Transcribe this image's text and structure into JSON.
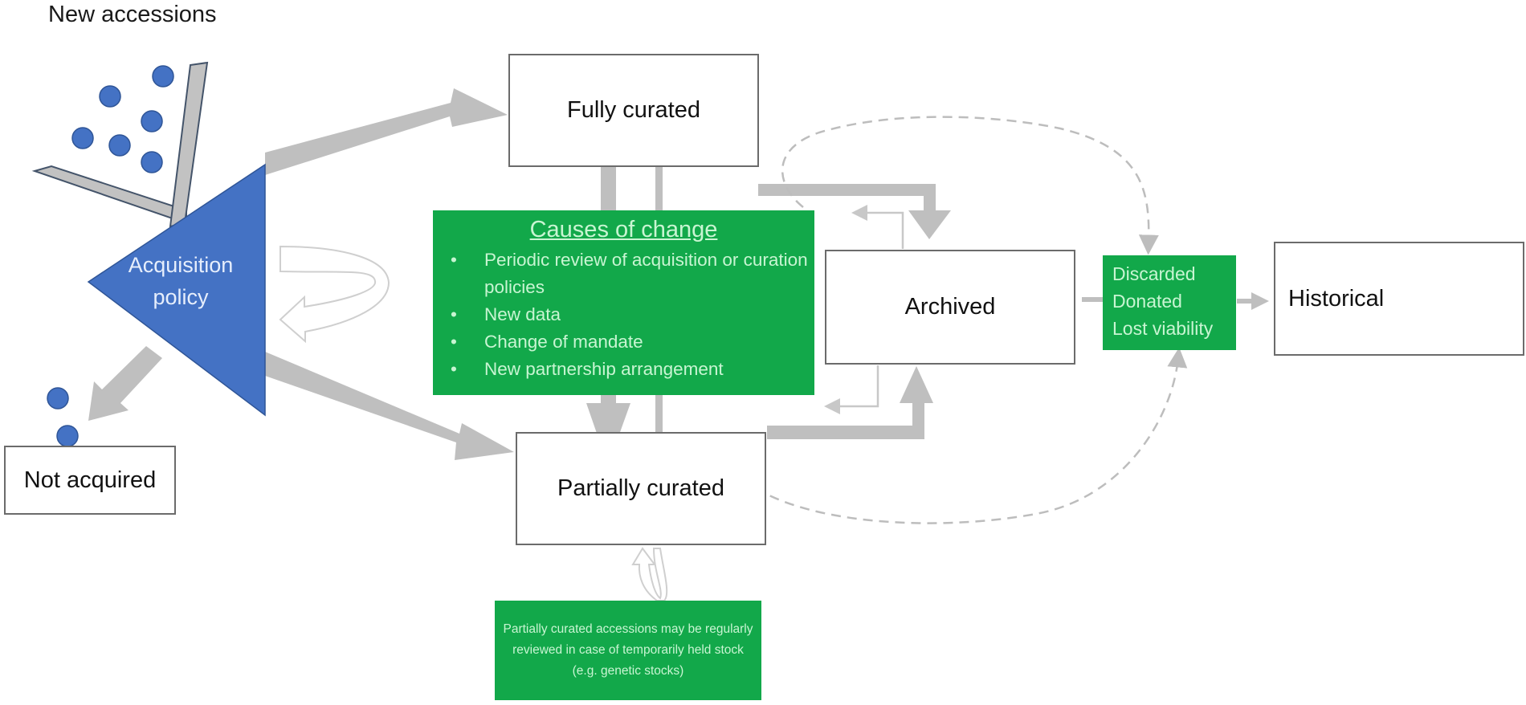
{
  "title": "New accessions",
  "nodes": {
    "acquisition_policy": {
      "line1": "Acquisition",
      "line2": "policy"
    },
    "fully_curated": "Fully curated",
    "partially_curated": "Partially curated",
    "archived": "Archived",
    "historical": "Historical",
    "not_acquired": "Not acquired"
  },
  "causes_of_change": {
    "title": "Causes of change",
    "items": [
      "Periodic review of acquisition or curation policies",
      "New data",
      "Change of mandate",
      "New partnership arrangement"
    ]
  },
  "fate": {
    "items": [
      "Discarded",
      "Donated",
      "Lost viability"
    ]
  },
  "note": "Partially curated accessions may be regularly reviewed in case of temporarily held stock (e.g. genetic stocks)",
  "colors": {
    "policy_blue": "#4472c4",
    "dot_blue": "#4472c4",
    "arrow_gray": "#bfbfbf",
    "box_green": "#12a84a",
    "green_text": "#c8f5d2",
    "box_border": "#6b6b6b"
  }
}
